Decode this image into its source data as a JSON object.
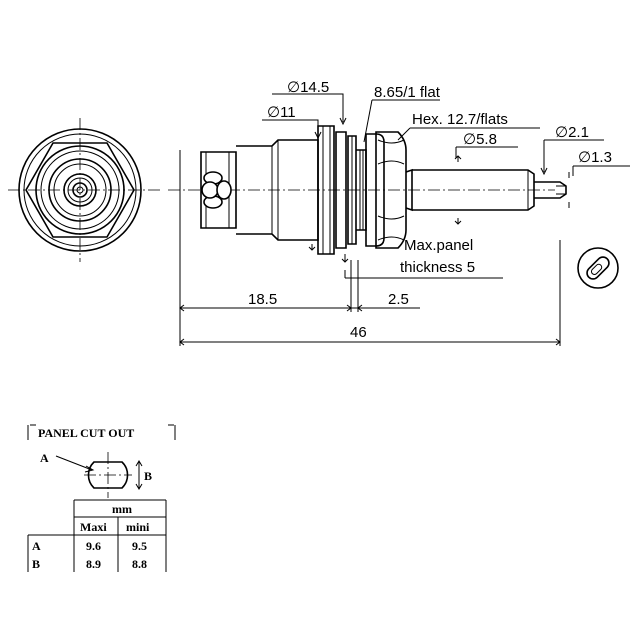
{
  "labels": {
    "dia_14_5": "14.5",
    "dia_11": "11",
    "flat": "8.65/1 flat",
    "hex": "Hex. 12.7/flats",
    "dia_5_8": "5.8",
    "dia_2_1": "2.1",
    "dia_1_3": "1.3",
    "max_panel_line1": "Max.panel",
    "max_panel_line2": "thickness 5",
    "dim_18_5": "18.5",
    "dim_2_5": "2.5",
    "dim_46": "46"
  },
  "diameter_symbol": "∅",
  "cutout": {
    "title": "PANEL CUT OUT",
    "label_a": "A",
    "label_b": "B"
  },
  "table": {
    "unit": "mm",
    "col_max": "Maxi",
    "col_min": "mini",
    "rows": [
      {
        "name": "A",
        "max": "9.6",
        "min": "9.5"
      },
      {
        "name": "B",
        "max": "8.9",
        "min": "8.8"
      }
    ]
  }
}
